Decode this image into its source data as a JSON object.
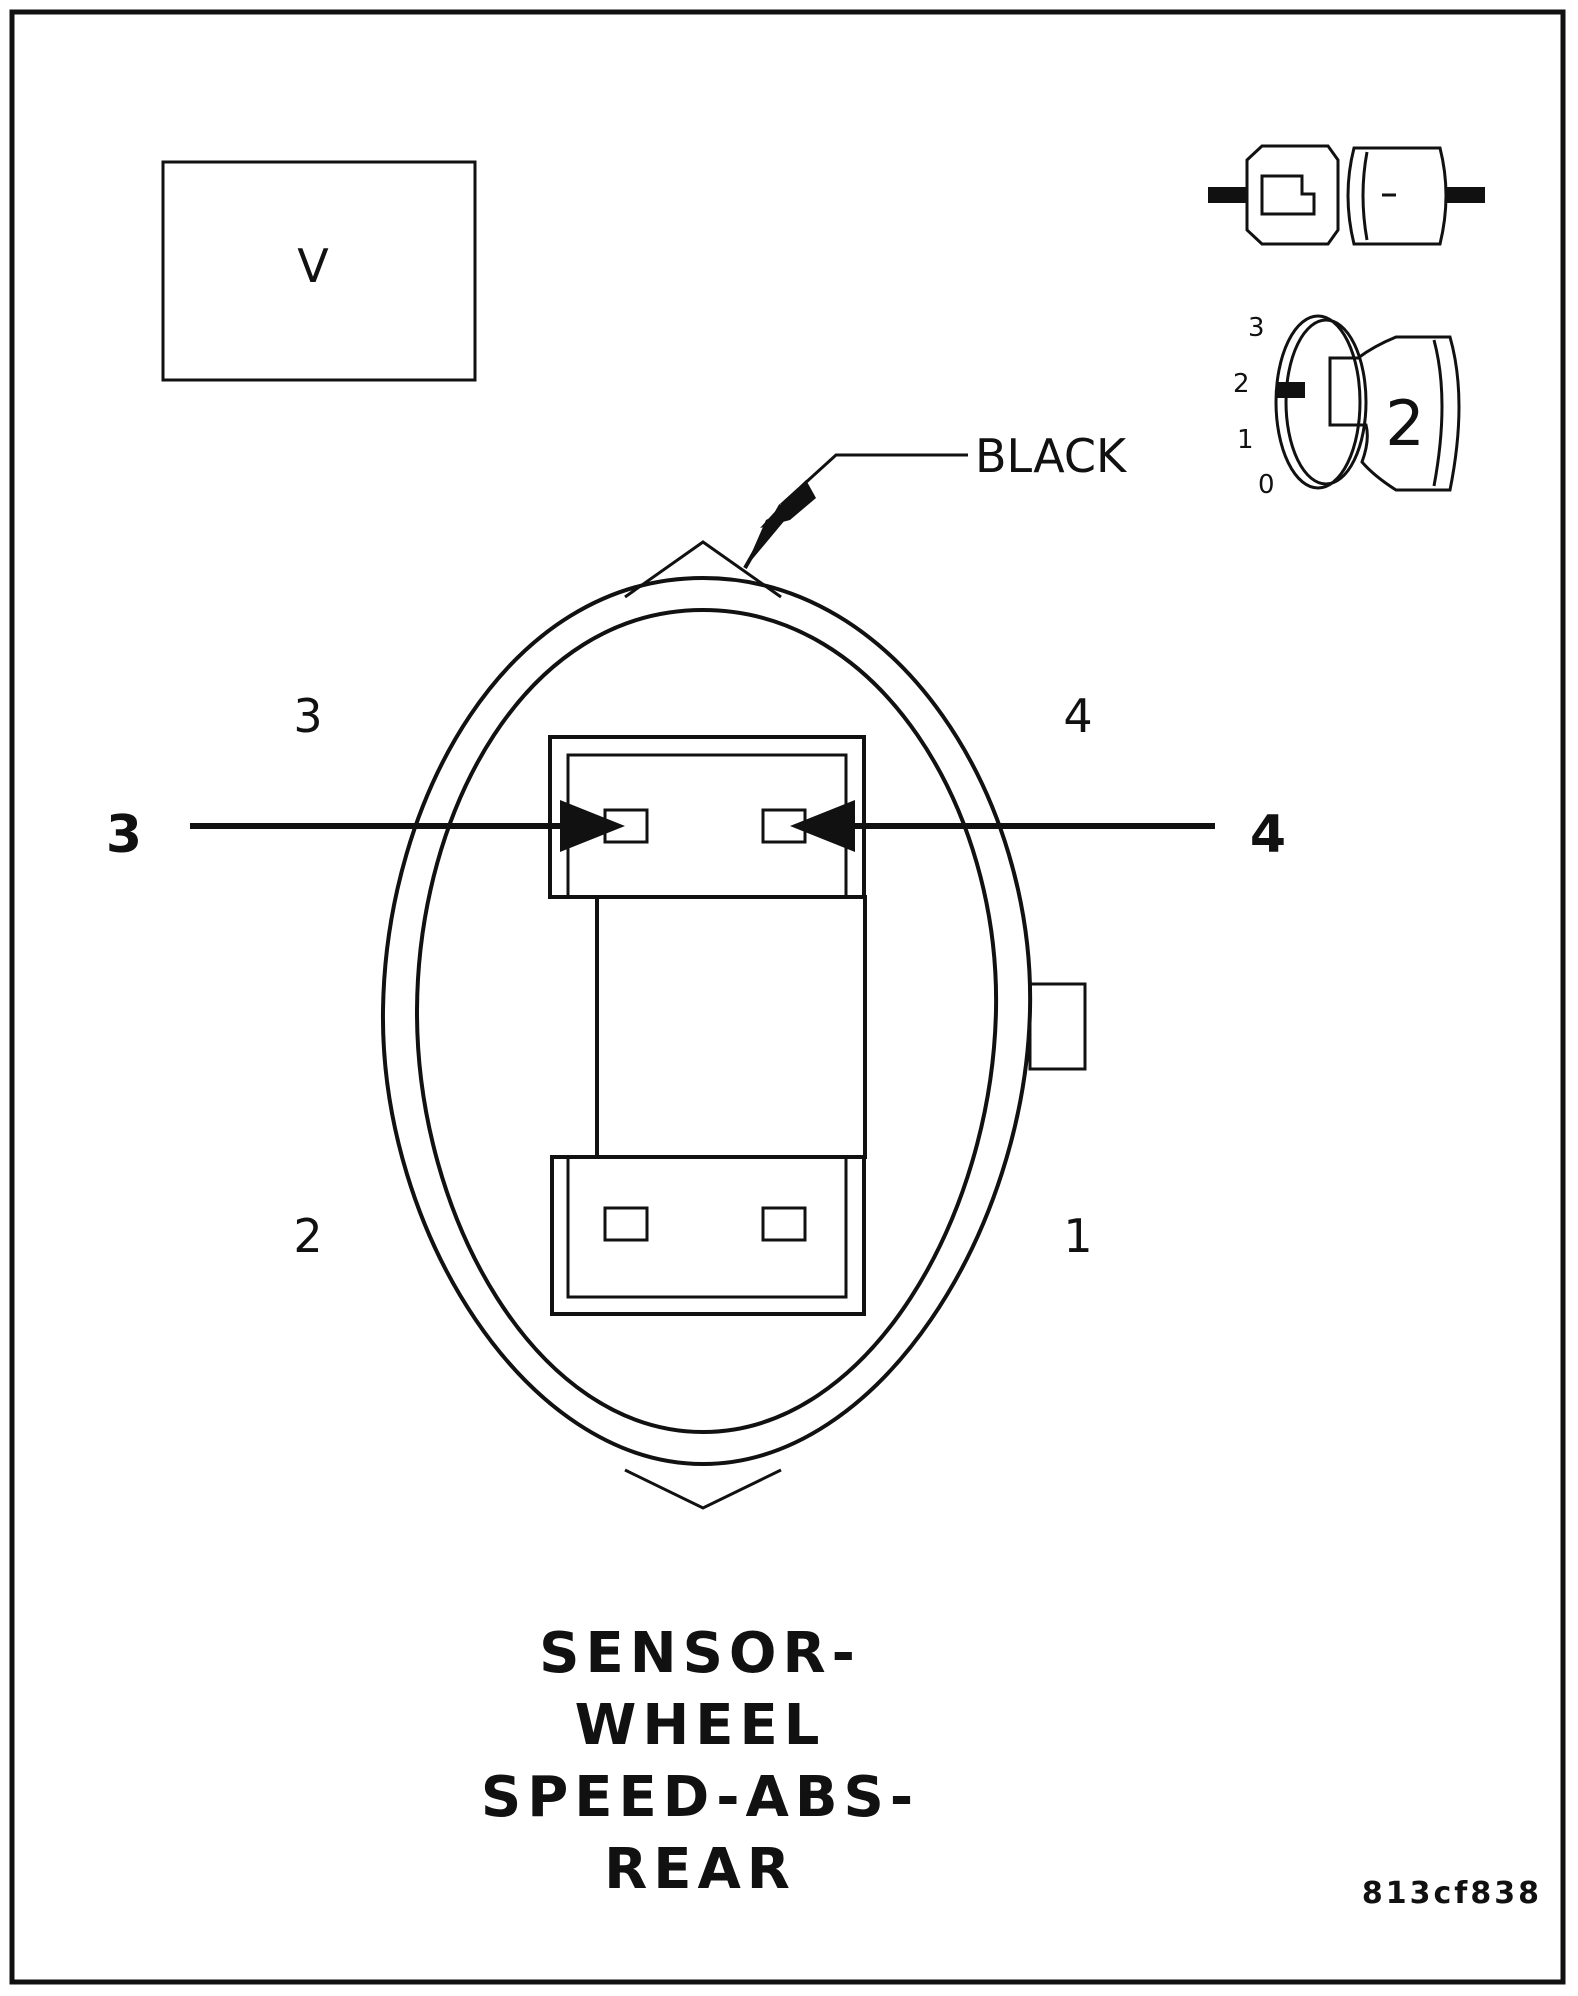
{
  "view_box_label": "V",
  "color_label": "BLACK",
  "cavity_numbers": {
    "top_left": "3",
    "top_right": "4",
    "bottom_left": "2",
    "bottom_right": "1"
  },
  "callouts": {
    "left": "3",
    "right": "4"
  },
  "position_scale": [
    "3",
    "2",
    "1",
    "0"
  ],
  "position_key_label": "2",
  "connector_title": [
    "SENSOR-",
    "WHEEL",
    "SPEED-ABS-",
    "REAR"
  ],
  "figure_code": "813cf838"
}
